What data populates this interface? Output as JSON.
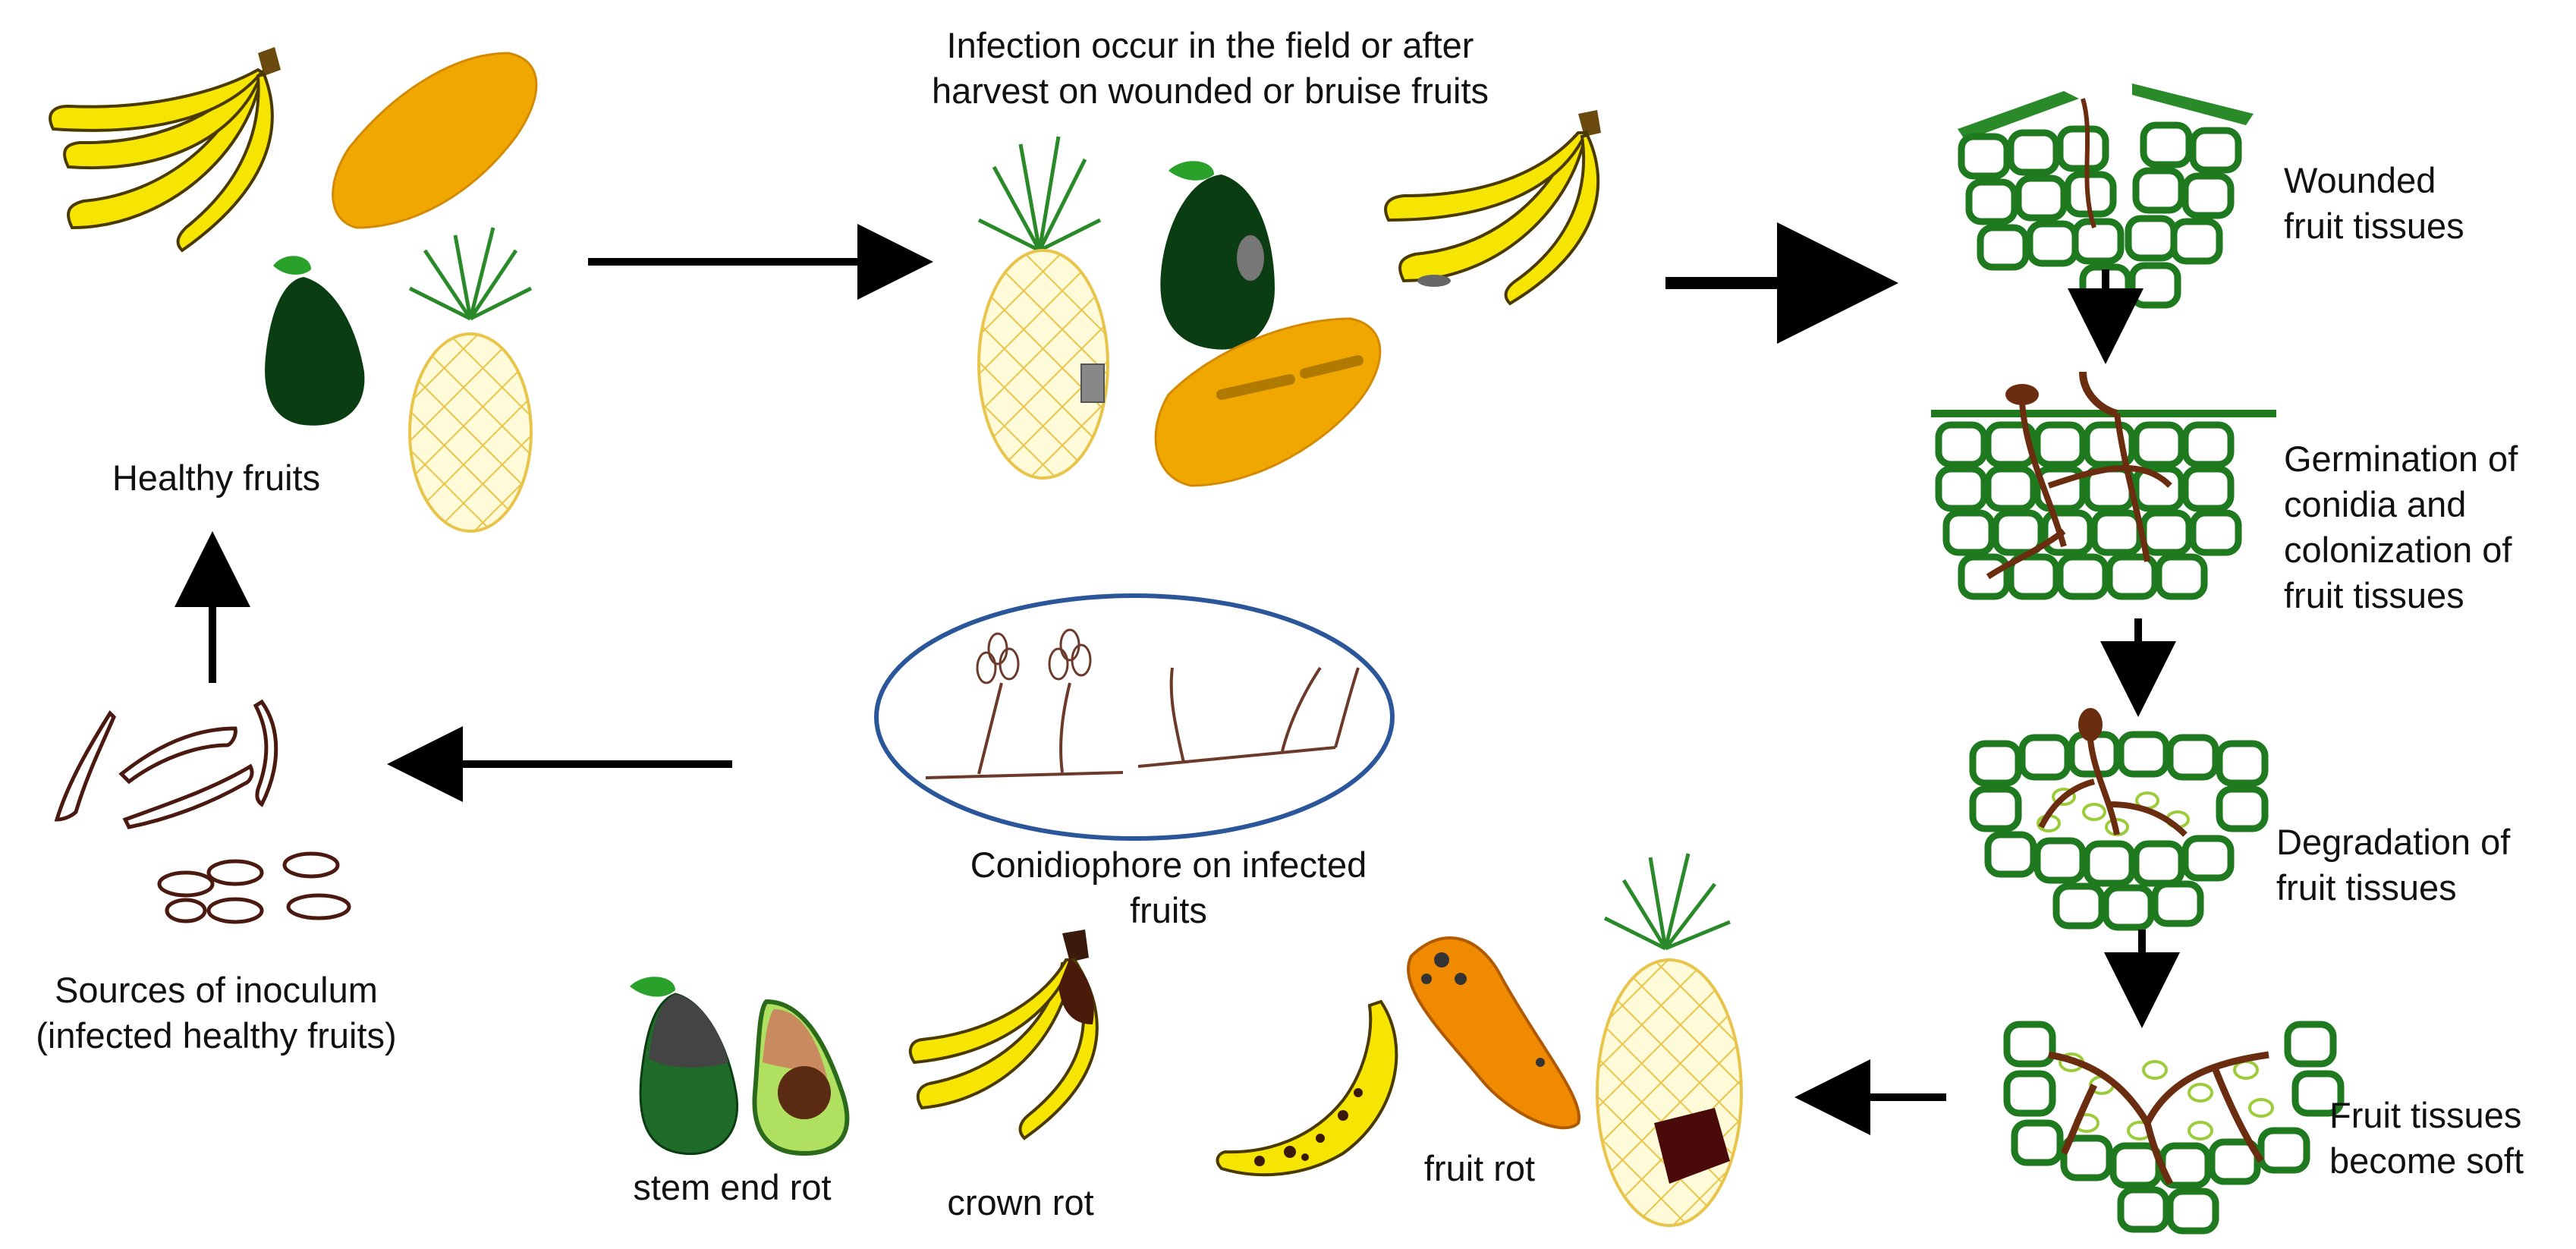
{
  "labels": {
    "healthy_fruits": "Healthy fruits",
    "infection_note": "Infection occur in the field or after\nharvest on wounded or bruise fruits",
    "wounded_tissues": "Wounded\nfruit tissues",
    "germination": "Germination  of\nconidia and\ncolonization of\nfruit tissues",
    "degradation": "Degradation of\nfruit tissues",
    "soft_tissues": "Fruit tissues\nbecome soft",
    "conidiophore": "Conidiophore  on infected\nfruits",
    "sources_inoculum": "Sources of inoculum\n(infected healthy fruits)",
    "stem_end_rot": "stem end rot",
    "crown_rot": "crown rot",
    "fruit_rot": "fruit rot"
  },
  "colors": {
    "banana_yellow": "#f5e500",
    "papaya_orange": "#f0a800",
    "avocado_dark": "#0b3d12",
    "avocado_green": "#1f6b2a",
    "leaf_green": "#2aa12a",
    "tissue_green": "#1f7a1f",
    "hyphae_brown": "#6b2d10",
    "ellipse_blue": "#2b579a",
    "arrow_black": "#000000",
    "rot_maroon": "#4a0a0a"
  }
}
